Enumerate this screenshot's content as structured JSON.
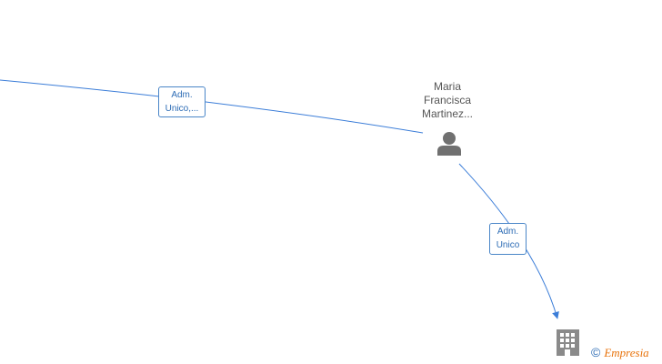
{
  "person": {
    "name_lines": [
      "Maria",
      "Francisca",
      "Martinez..."
    ],
    "icon": "person-icon"
  },
  "company": {
    "icon": "building-icon"
  },
  "edges": [
    {
      "label_lines": [
        "Adm.",
        "Unico,..."
      ]
    },
    {
      "label_lines": [
        "Adm.",
        "Unico"
      ]
    }
  ],
  "watermark": {
    "symbol": "©",
    "brand": "Empresia"
  },
  "colors": {
    "edge": "#3b7dd8",
    "node_icon": "#707070",
    "label_border": "#4a86c8",
    "brand": "#e8730c"
  }
}
